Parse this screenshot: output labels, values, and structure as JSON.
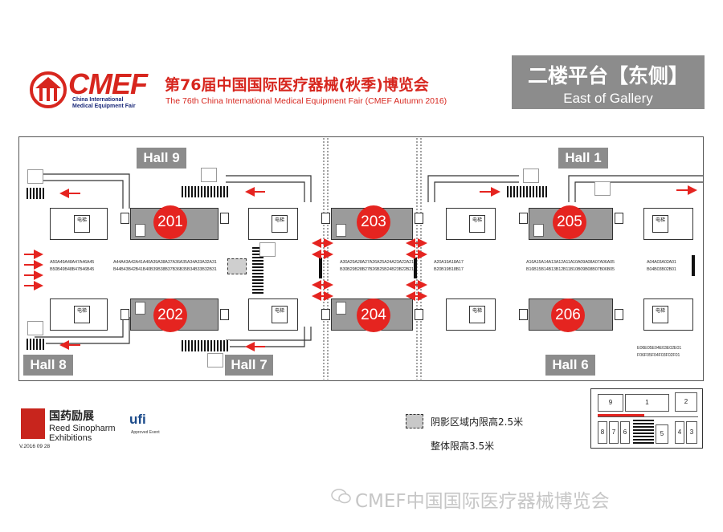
{
  "header": {
    "logo_word": "CMEF",
    "logo_sub": [
      "China International",
      "Medical Equipment Fair"
    ],
    "title_cn": "第76届中国国际医疗器械(秋季)博览会",
    "title_en": "The 76th China International Medical Equipment Fair (CMEF Autumn 2016)",
    "area_cn": "二楼平台【东侧】",
    "area_en": "East of Gallery"
  },
  "halls": {
    "hall9": "Hall 9",
    "hall1": "Hall 1",
    "hall8": "Hall 8",
    "hall7": "Hall 7",
    "hall6": "Hall 6"
  },
  "hubs": [
    "201",
    "202",
    "203",
    "204",
    "205",
    "206"
  ],
  "elevator_label": "电梯",
  "booth_rows": {
    "top_a": "A50A49A48A47A46A45",
    "top_a2": "B50B49B48B47B46B45",
    "top_b": "A44A43A42A41A40A39A38A37A36A35A34A33A32A31",
    "top_b2": "B44B43B42B41B40B39B38B37B36B35B34B33B32B31",
    "top_c": "A30A29A28A27A26A25A24A23A22A21",
    "top_c2": "B30B29B28B27B26B25B24B23B22B21",
    "top_d": "A20A19A18A17",
    "top_d2": "B20B19B18B17",
    "top_e": "A16A15A14A13A12A11A10A09A08A07A06A05",
    "top_e2": "B16B15B14B13B12B11B10B09B08B07B06B05",
    "top_f": "A04A03A02A01",
    "top_f2": "B04B03B02B01",
    "east_e": "E06E05E04E03E02E01",
    "east_f": "F06F05F04F03F02F01"
  },
  "legend": {
    "reed_cn": "国药励展",
    "reed_en": [
      "Reed Sinopharm",
      "Exhibitions"
    ],
    "version": "V.2016 09 28",
    "ufi": "ufi",
    "ufi_sub": "Approved Event",
    "shaded_note": "阴影区域内限高2.5米",
    "overall_note": "整体限高3.5米"
  },
  "mini_map": {
    "cells": [
      "9",
      "1",
      "2",
      "8",
      "7",
      "6",
      "5",
      "4",
      "3"
    ]
  },
  "watermark": "CMEF中国国际医疗器械博览会",
  "colors": {
    "accent_red": "#e52420",
    "hall_gray": "#8c8c8c",
    "box_gray": "#9b9b9b"
  }
}
